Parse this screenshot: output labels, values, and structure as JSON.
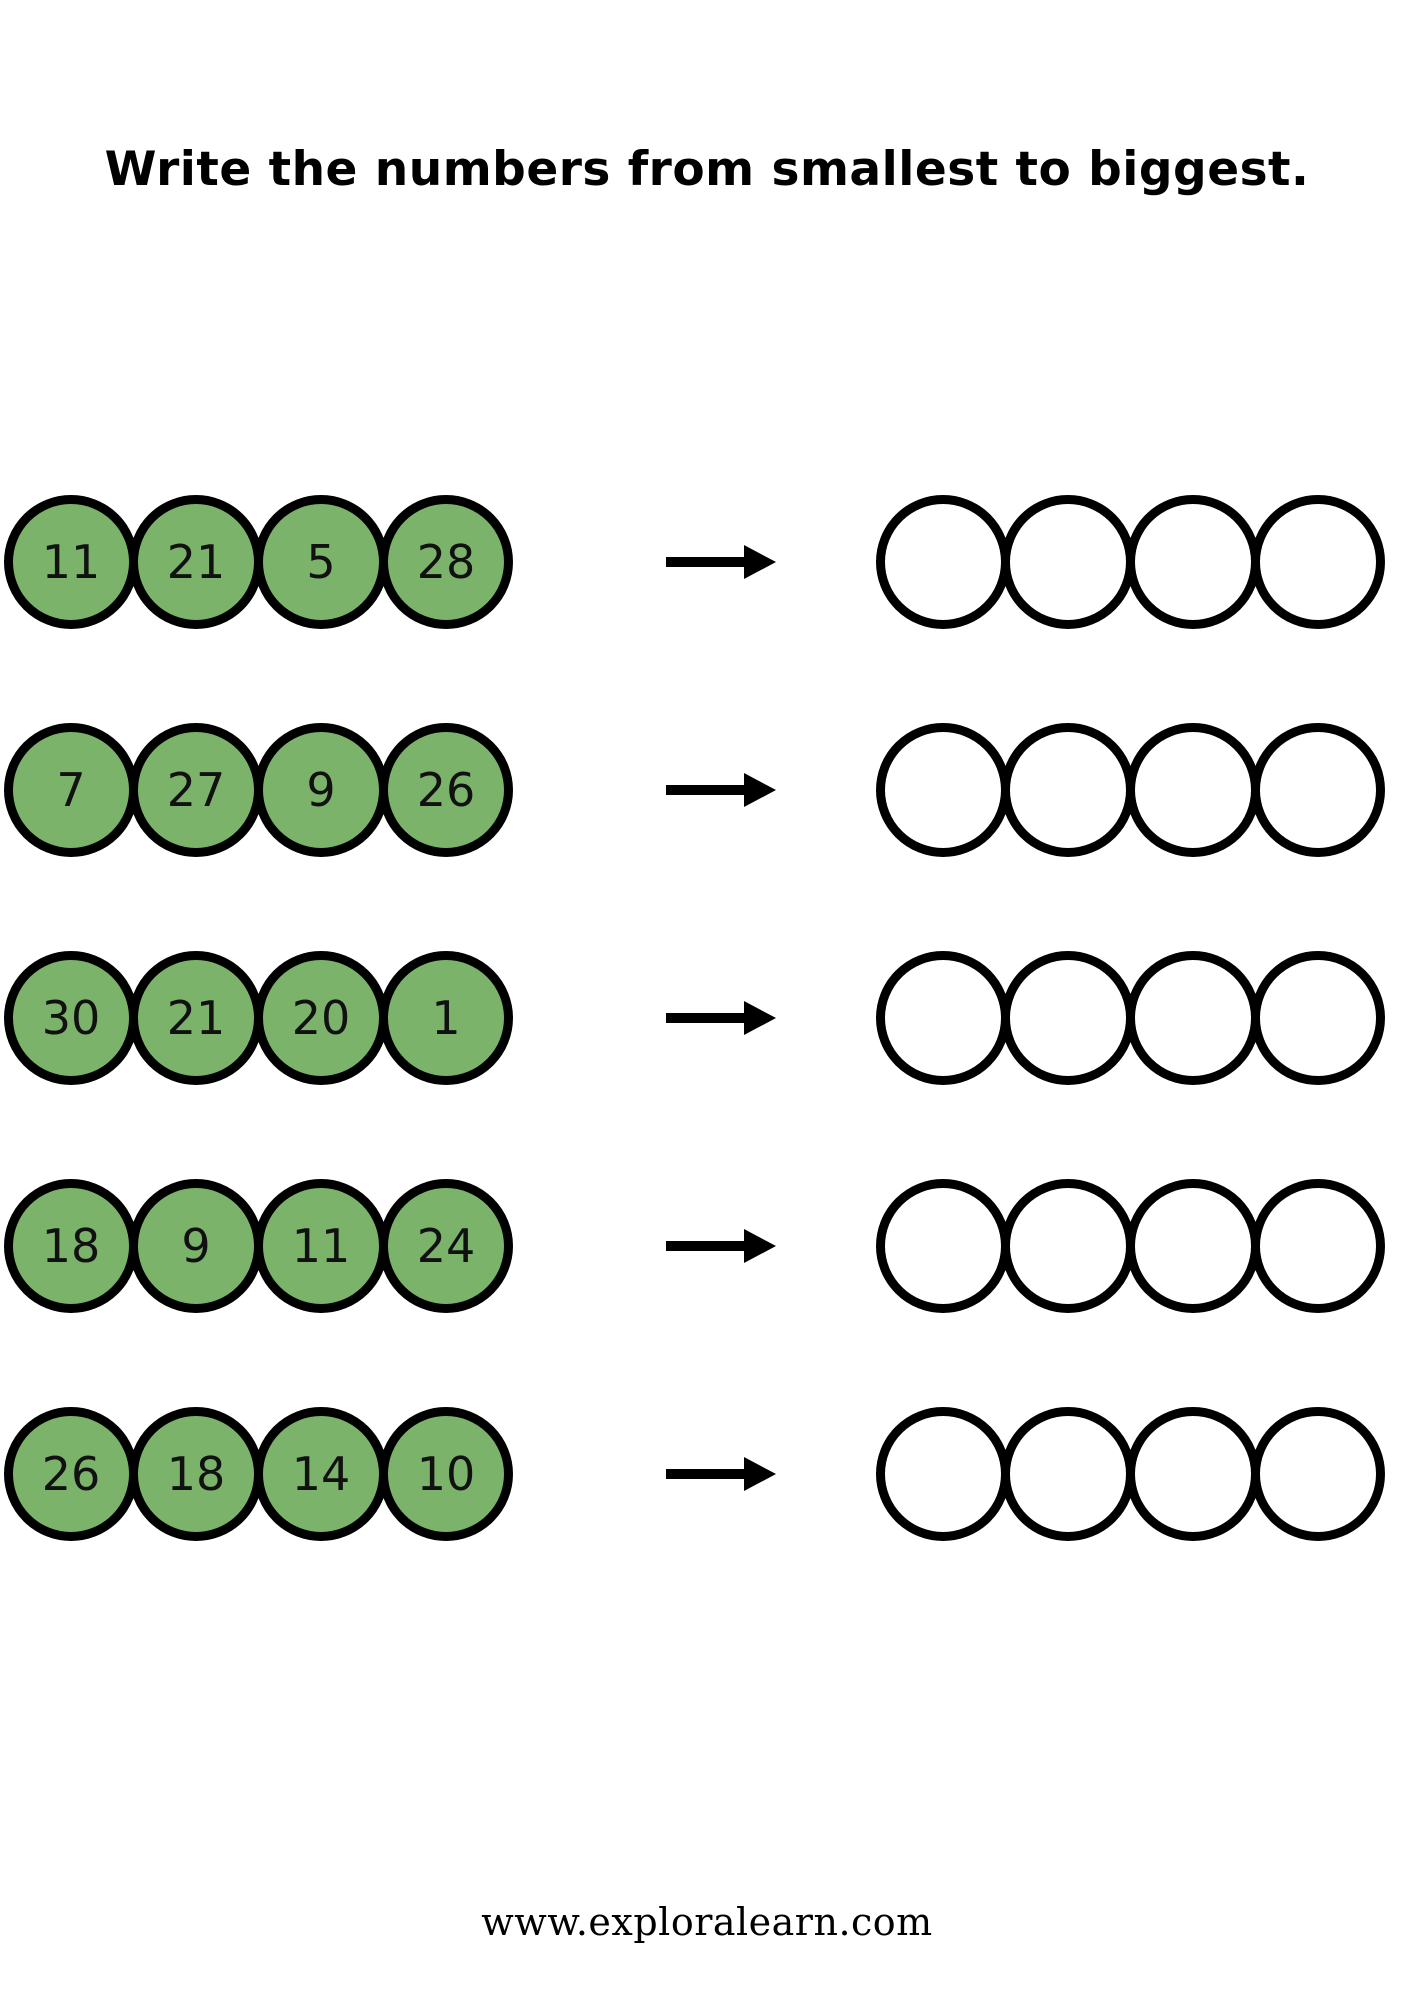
{
  "page": {
    "title": "Write the numbers from smallest to biggest.",
    "footer": "www.exploralearn.com",
    "background_color": "#ffffff",
    "bubble_fill_color": "#7cb36a",
    "bubble_stroke_color": "#000000",
    "empty_bubble_fill_color": "#ffffff",
    "arrow_icon": "arrow-right-icon"
  },
  "exercise": {
    "rows": [
      {
        "index": 1,
        "given": [
          "11",
          "21",
          "5",
          "28"
        ],
        "answers": [
          "",
          "",
          "",
          ""
        ]
      },
      {
        "index": 2,
        "given": [
          "7",
          "27",
          "9",
          "26"
        ],
        "answers": [
          "",
          "",
          "",
          ""
        ]
      },
      {
        "index": 3,
        "given": [
          "30",
          "21",
          "20",
          "1"
        ],
        "answers": [
          "",
          "",
          "",
          ""
        ]
      },
      {
        "index": 4,
        "given": [
          "18",
          "9",
          "11",
          "24"
        ],
        "answers": [
          "",
          "",
          "",
          ""
        ]
      },
      {
        "index": 5,
        "given": [
          "26",
          "18",
          "14",
          "10"
        ],
        "answers": [
          "",
          "",
          "",
          ""
        ]
      }
    ]
  }
}
